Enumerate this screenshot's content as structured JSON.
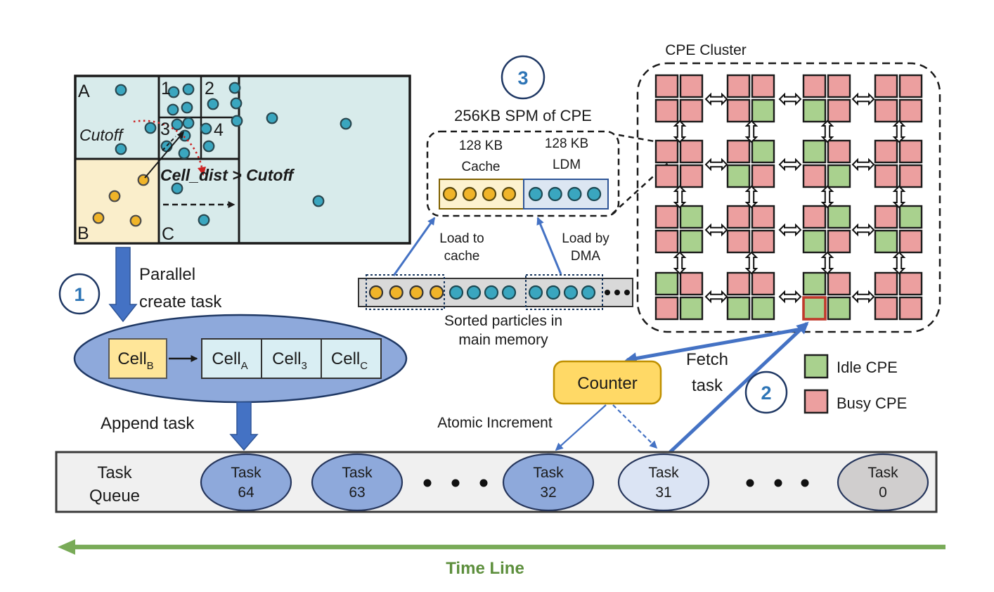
{
  "grid": {
    "label_a": "A",
    "label_b": "B",
    "label_c": "C",
    "label_1": "1",
    "label_2": "2",
    "label_3": "3",
    "label_4": "4",
    "cutoff": "Cutoff",
    "cell_dist": "Cell_dist > Cutoff"
  },
  "particles": {
    "cyan": [
      [
        172,
        128
      ],
      [
        214,
        182
      ],
      [
        172,
        212
      ],
      [
        247,
        131
      ],
      [
        268,
        127
      ],
      [
        246,
        156
      ],
      [
        266,
        153
      ],
      [
        303,
        148
      ],
      [
        334,
        125
      ],
      [
        336,
        147
      ],
      [
        337,
        172
      ],
      [
        252,
        177
      ],
      [
        268,
        175
      ],
      [
        263,
        193
      ],
      [
        237,
        208
      ],
      [
        262,
        218
      ],
      [
        293,
        183
      ],
      [
        297,
        208
      ],
      [
        252,
        268
      ],
      [
        290,
        313
      ],
      [
        387,
        168
      ],
      [
        492,
        176
      ],
      [
        453,
        286
      ]
    ],
    "yellow": [
      [
        204,
        256
      ],
      [
        163,
        279
      ],
      [
        140,
        310
      ],
      [
        193,
        314
      ]
    ]
  },
  "steps": {
    "s1": "1",
    "s2": "2",
    "s3": "3"
  },
  "create": {
    "line1": "Parallel",
    "line2": "create task",
    "append": "Append task"
  },
  "task_cells": {
    "src_main": "Cell",
    "src_sub": "B",
    "t1_main": "Cell",
    "t1_sub": "A",
    "t2_main": "Cell",
    "t2_sub": "3",
    "t3_main": "Cell",
    "t3_sub": "C"
  },
  "spm": {
    "title": "256KB SPM of CPE",
    "cache_size": "128 KB",
    "cache_name": "Cache",
    "cache_dots": 4,
    "ldm_size": "128 KB",
    "ldm_name": "LDM",
    "ldm_dots": 4
  },
  "memory": {
    "load_cache_1": "Load to",
    "load_cache_2": "cache",
    "load_dma_1": "Load by",
    "load_dma_2": "DMA",
    "caption_1": "Sorted particles in",
    "caption_2": "main memory",
    "cache_group_dots": 4,
    "mid_dots": 4,
    "dma_group_dots": 4,
    "ellipsis_dots": 3
  },
  "cluster": {
    "title": "CPE Cluster",
    "groups": [
      [
        [
          "busy",
          "busy",
          "busy",
          "busy"
        ],
        [
          "busy",
          "busy",
          "busy",
          "idle"
        ],
        [
          "busy",
          "busy",
          "idle",
          "busy"
        ],
        [
          "busy",
          "busy",
          "busy",
          "busy"
        ]
      ],
      [
        [
          "busy",
          "busy",
          "busy",
          "busy"
        ],
        [
          "busy",
          "idle",
          "idle",
          "busy"
        ],
        [
          "idle",
          "busy",
          "busy",
          "idle"
        ],
        [
          "busy",
          "busy",
          "busy",
          "busy"
        ]
      ],
      [
        [
          "busy",
          "idle",
          "busy",
          "idle"
        ],
        [
          "busy",
          "busy",
          "busy",
          "busy"
        ],
        [
          "busy",
          "idle",
          "idle",
          "busy"
        ],
        [
          "busy",
          "idle",
          "idle",
          "busy"
        ]
      ],
      [
        [
          "idle",
          "busy",
          "busy",
          "idle"
        ],
        [
          "busy",
          "busy",
          "idle",
          "idle"
        ],
        [
          "idle",
          "busy",
          "idle",
          "idle"
        ],
        [
          "busy",
          "busy",
          "busy",
          "busy"
        ]
      ]
    ],
    "highlight": {
      "row": 3,
      "col": 2,
      "cell": 2
    }
  },
  "legend": {
    "idle": "Idle CPE",
    "busy": "Busy CPE"
  },
  "scheduler": {
    "counter": "Counter",
    "fetch_1": "Fetch",
    "fetch_2": "task",
    "atomic": "Atomic Increment"
  },
  "queue": {
    "label_1": "Task",
    "label_2": "Queue",
    "items": [
      {
        "type": "task",
        "word": "Task",
        "num": "64",
        "variant": "blue"
      },
      {
        "type": "task",
        "word": "Task",
        "num": "63",
        "variant": "blue"
      },
      {
        "type": "dots"
      },
      {
        "type": "task",
        "word": "Task",
        "num": "32",
        "variant": "blue"
      },
      {
        "type": "task",
        "word": "Task",
        "num": "31",
        "variant": "light"
      },
      {
        "type": "dots"
      },
      {
        "type": "task",
        "word": "Task",
        "num": "0",
        "variant": "gray"
      }
    ]
  },
  "timeline": {
    "label": "Time Line"
  },
  "colors": {
    "accent_blue": "#4472c4",
    "ellipse_blue": "#8ea9db",
    "task_blue": "#8ea9db",
    "task_light": "#dbe4f4",
    "task_gray": "#d0cece",
    "busy_cpe": "#ec9f9f",
    "idle_cpe": "#a9d18e",
    "highlight_red": "#c0392b",
    "counter_yellow": "#ffd966",
    "cell_yellow": "#ffe699",
    "cell_cyan": "#d9eef3",
    "region_cyan": "#d8ebeb",
    "region_yellow": "#faeecb",
    "particle_cyan": "#3aa6bf",
    "particle_yellow": "#f0b429",
    "memory_gray": "#d9d9d9",
    "queue_gray": "#f0f0f0",
    "timeline_green": "#79ab58",
    "cutoff_red": "#cc2222",
    "number_blue": "#2e75b6"
  }
}
